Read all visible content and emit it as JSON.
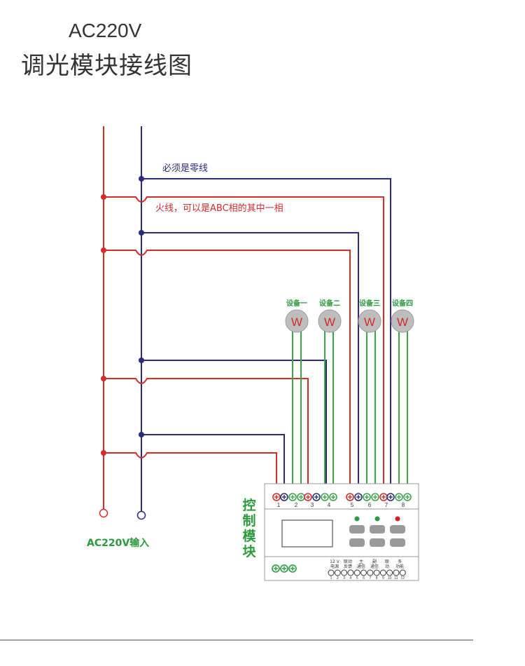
{
  "title": {
    "line1": "AC220V",
    "line2": "调光模块接线图"
  },
  "labels": {
    "neutral_note": "必须是零线",
    "live_note": "火线，可以是ABC相的其中一相",
    "input": "AC220V输入"
  },
  "devices": [
    {
      "label": "设备一",
      "symbol": "W"
    },
    {
      "label": "设备二",
      "symbol": "W"
    },
    {
      "label": "设备三",
      "symbol": "W"
    },
    {
      "label": "设备四",
      "symbol": "W"
    }
  ],
  "module": {
    "label_chars": [
      "控",
      "制",
      "模",
      "块"
    ],
    "terminal_numbers": [
      "1",
      "2",
      "3",
      "4",
      "5",
      "6",
      "7",
      "8"
    ],
    "bottom_groups": [
      {
        "top": "12 V",
        "bottom": "电源"
      },
      {
        "top": "联动",
        "bottom": "反馈"
      },
      {
        "top": "主",
        "bottom": "通信"
      },
      {
        "top": "副",
        "bottom": "通信"
      },
      {
        "top": "联",
        "bottom": "动"
      },
      {
        "top": "多",
        "bottom": "功能"
      }
    ],
    "bottom_pin_numbers": [
      "1",
      "2",
      "3",
      "4",
      "5",
      "6",
      "7",
      "8",
      "9",
      "10",
      "11",
      "12"
    ],
    "indicator_colors": [
      "#2a9d3a",
      "#2a9d3a",
      "#d62020"
    ]
  },
  "colors": {
    "live": "#d42b2b",
    "neutral": "#2b2b7e",
    "load": "#3aa64a",
    "label_green": "#2a9a3a"
  }
}
